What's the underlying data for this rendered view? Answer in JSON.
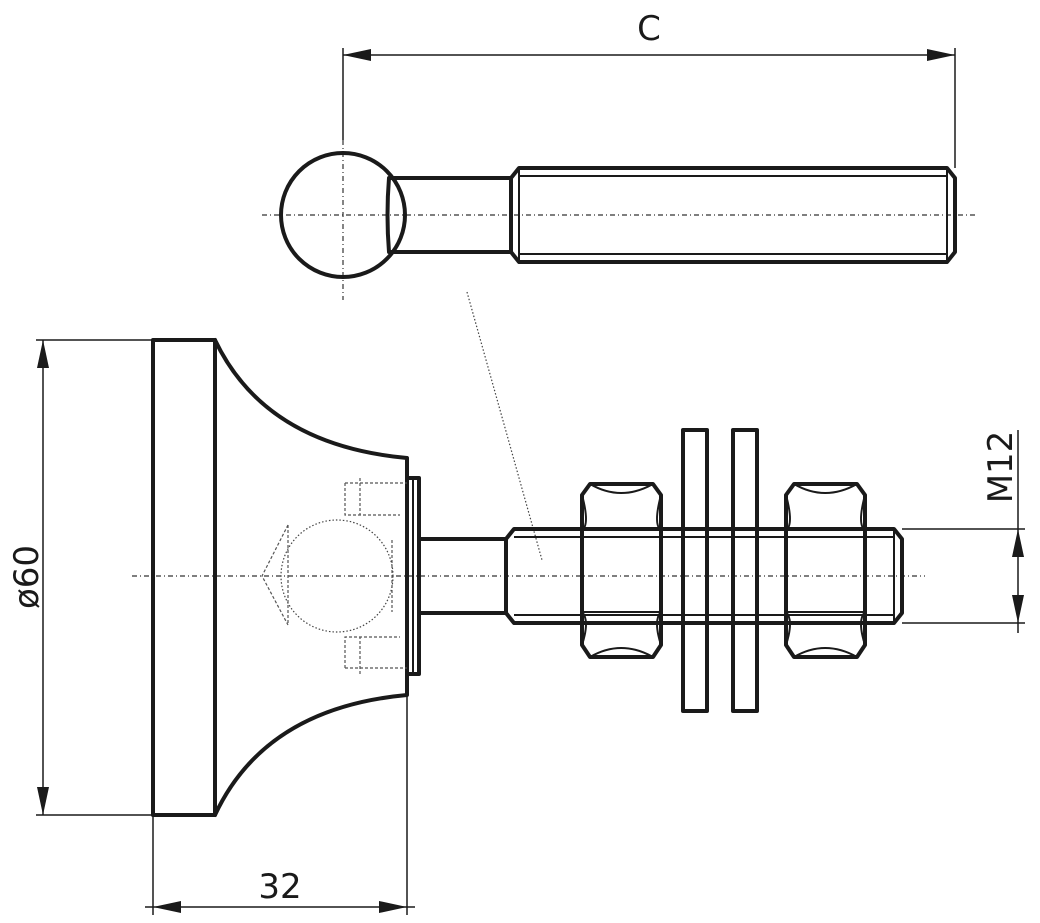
{
  "dimensions": {
    "lever_length": "C",
    "base_diameter": "ø60",
    "thread_size": "M12",
    "base_height": "32"
  }
}
